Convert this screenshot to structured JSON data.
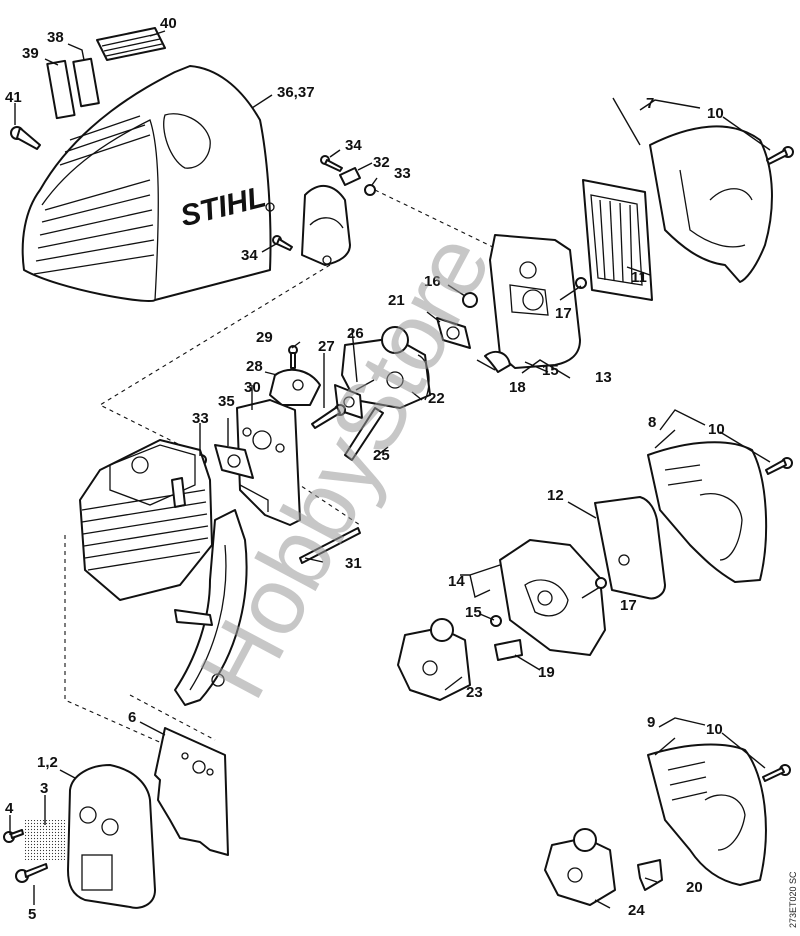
{
  "diagram": {
    "brand_logo_text": "STIHL",
    "watermark": "HobbyStore",
    "drawing_code": "273ET020 SC",
    "callouts": {
      "c1_2": "1,2",
      "c3": "3",
      "c4": "4",
      "c5": "5",
      "c6": "6",
      "c7": "7",
      "c8": "8",
      "c9": "9",
      "c10a": "10",
      "c10b": "10",
      "c10c": "10",
      "c11": "11",
      "c12": "12",
      "c13": "13",
      "c14": "14",
      "c15a": "15",
      "c15b": "15",
      "c16": "16",
      "c17a": "17",
      "c17b": "17",
      "c18": "18",
      "c19": "19",
      "c20": "20",
      "c21": "21",
      "c22": "22",
      "c23": "23",
      "c24": "24",
      "c25": "25",
      "c26": "26",
      "c27": "27",
      "c28": "28",
      "c29": "29",
      "c30": "30",
      "c31": "31",
      "c32": "32",
      "c33a": "33",
      "c33b": "33",
      "c34a": "34",
      "c34b": "34",
      "c35": "35",
      "c36_37": "36,37",
      "c38": "38",
      "c39": "39",
      "c40": "40",
      "c41": "41"
    }
  }
}
